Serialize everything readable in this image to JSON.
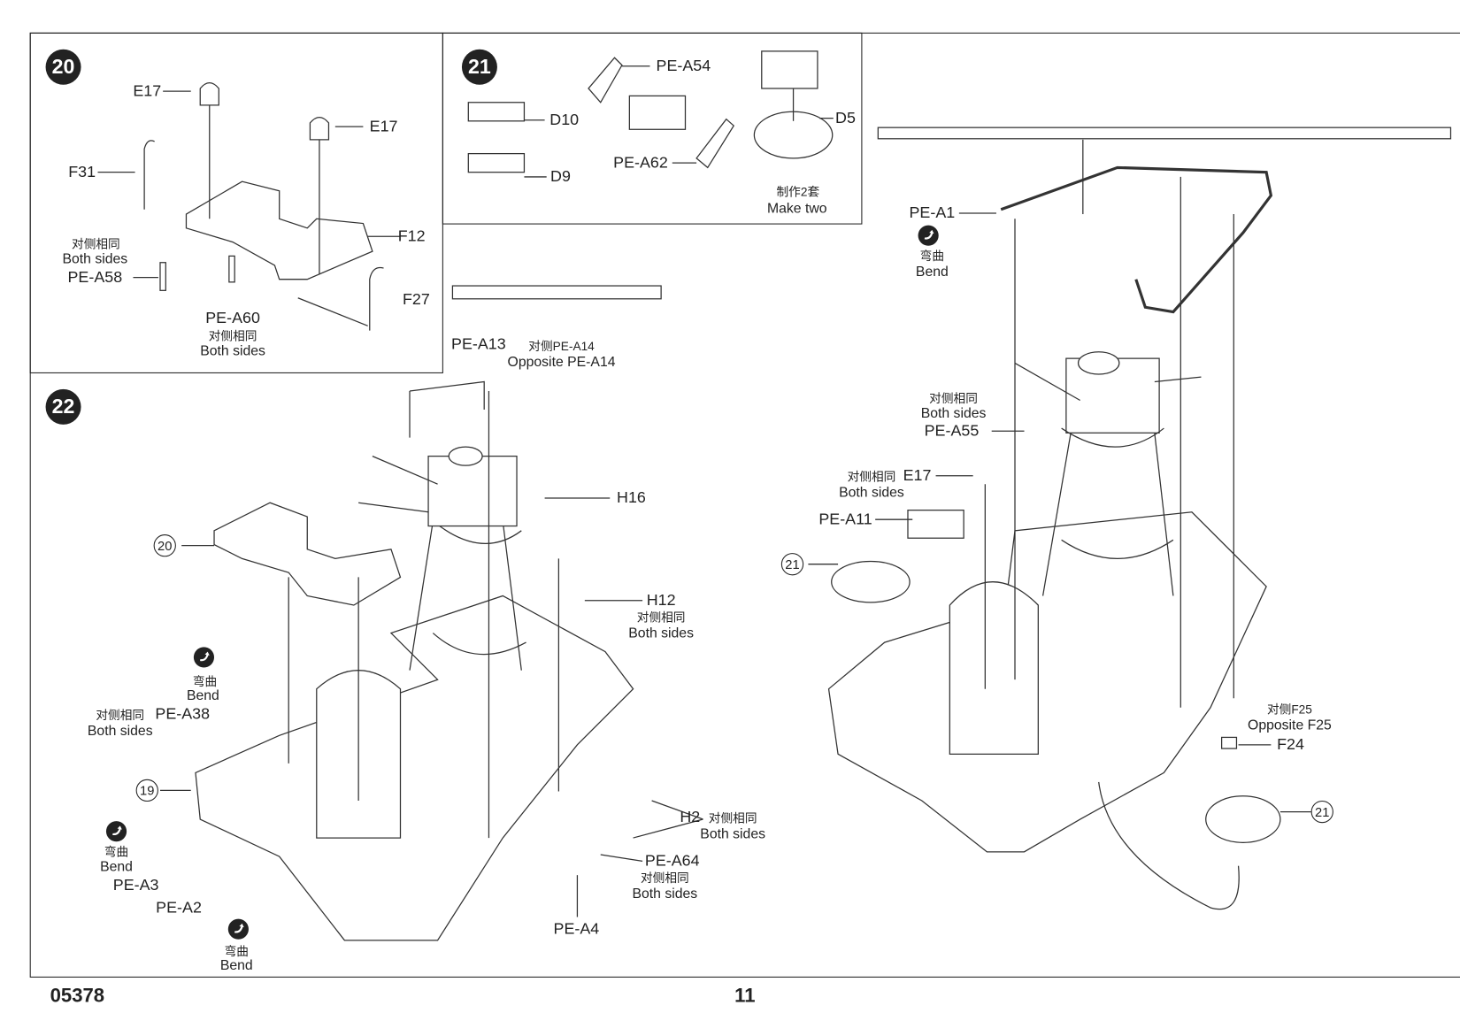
{
  "footer": {
    "product_code": "05378",
    "page_number": "11"
  },
  "steps": {
    "step20": {
      "number": "20",
      "labels": [
        "E17",
        "E17",
        "F31",
        "F12",
        "对侧相同",
        "Both sides",
        "PE-A58",
        "F27",
        "PE-A60",
        "对侧相同",
        "Both sides"
      ]
    },
    "step21": {
      "number": "21",
      "labels": [
        "PE-A54",
        "D10",
        "D5",
        "PE-A62",
        "D9",
        "制作2套",
        "Make two"
      ]
    },
    "step22": {
      "number": "22",
      "labels": [
        "PE-A13",
        "对侧PE-A14",
        "Opposite PE-A14",
        "H16",
        "20",
        "H12",
        "对侧相同",
        "Both sides",
        "弯曲",
        "Bend",
        "对侧相同",
        "PE-A38",
        "Both sides",
        "19",
        "H2",
        "对侧相同",
        "Both sides",
        "弯曲",
        "Bend",
        "PE-A64",
        "对侧相同",
        "Both sides",
        "PE-A3",
        "PE-A2",
        "PE-A4",
        "弯曲",
        "Bend"
      ]
    },
    "final": {
      "labels": [
        "PE-A1",
        "弯曲",
        "Bend",
        "对侧相同",
        "Both sides",
        "PE-A55",
        "对侧相同",
        "E17",
        "Both sides",
        "PE-A11",
        "21",
        "对侧F25",
        "Opposite F25",
        "F24",
        "21"
      ]
    }
  },
  "icons": {
    "bend": "bend-arrow-icon",
    "step_marker": "step-number-badge",
    "reference": "step-reference-circle"
  }
}
